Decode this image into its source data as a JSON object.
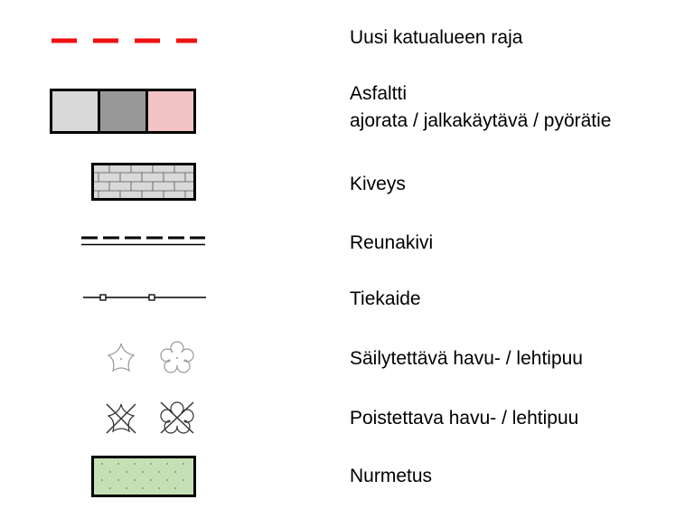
{
  "legend": {
    "items": [
      {
        "id": "new-street-boundary",
        "label": "Uusi katualueen raja",
        "symbol": "red-dashed-line",
        "color": "#ee1111"
      },
      {
        "id": "asphalt",
        "label": "Asfaltti",
        "sublabel": "ajorata / jalkakäytävä / pyörätie",
        "symbol": "three-color-swatch",
        "colors": [
          "#d9d9d9",
          "#999999",
          "#f2c4c6"
        ]
      },
      {
        "id": "paving",
        "label": "Kiveys",
        "symbol": "brick-pattern",
        "color": "#d9d9d9"
      },
      {
        "id": "curb",
        "label": "Reunakivi",
        "symbol": "dashed-double-line"
      },
      {
        "id": "guardrail",
        "label": "Tiekaide",
        "symbol": "guardrail-line"
      },
      {
        "id": "preserved-trees",
        "label": "Säilytettävä havu- / lehtipuu",
        "symbol": "tree-outlines"
      },
      {
        "id": "removed-trees",
        "label": "Poistettava havu- / lehtipuu",
        "symbol": "crossed-tree-outlines"
      },
      {
        "id": "lawn",
        "label": "Nurmetus",
        "symbol": "dotted-green-swatch",
        "color": "#c5e0b4"
      }
    ]
  }
}
